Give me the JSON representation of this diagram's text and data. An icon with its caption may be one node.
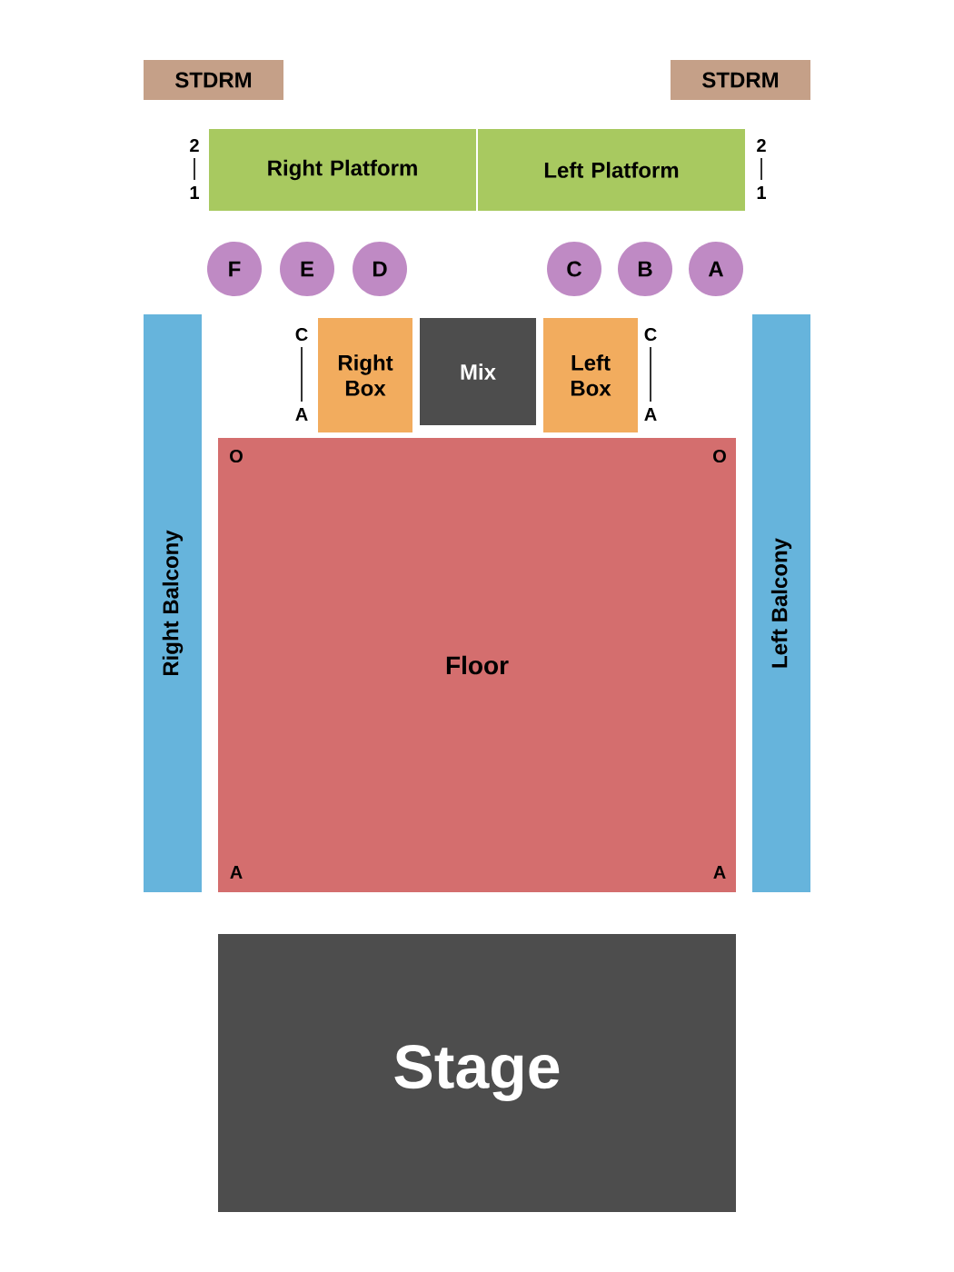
{
  "diagram": {
    "nodes": [
      {
        "text": [
          "STDRM"
        ]
      },
      {
        "text": [
          "STDRM"
        ]
      },
      {
        "text": [
          "Right Platform"
        ]
      },
      {
        "text": [
          "Left Platform"
        ]
      },
      {
        "text": [
          "F"
        ]
      },
      {
        "text": [
          "E"
        ]
      },
      {
        "text": [
          "D"
        ]
      },
      {
        "text": [
          "C"
        ]
      },
      {
        "text": [
          "B"
        ]
      },
      {
        "text": [
          "A"
        ]
      },
      {
        "text": [
          "Right Balcony"
        ]
      },
      {
        "text": [
          "Right Box"
        ]
      },
      {
        "text": [
          "Mix"
        ]
      },
      {
        "text": [
          "Left Box"
        ]
      },
      {
        "text": [
          "Left Balcony"
        ]
      },
      {
        "text": [
          "Floor"
        ]
      },
      {
        "text": [
          "Stage"
        ]
      }
    ],
    "labels": [
      "2",
      "1",
      "2",
      "1",
      "C",
      "A",
      "C",
      "A",
      "O",
      "A",
      "O",
      "A"
    ]
  }
}
